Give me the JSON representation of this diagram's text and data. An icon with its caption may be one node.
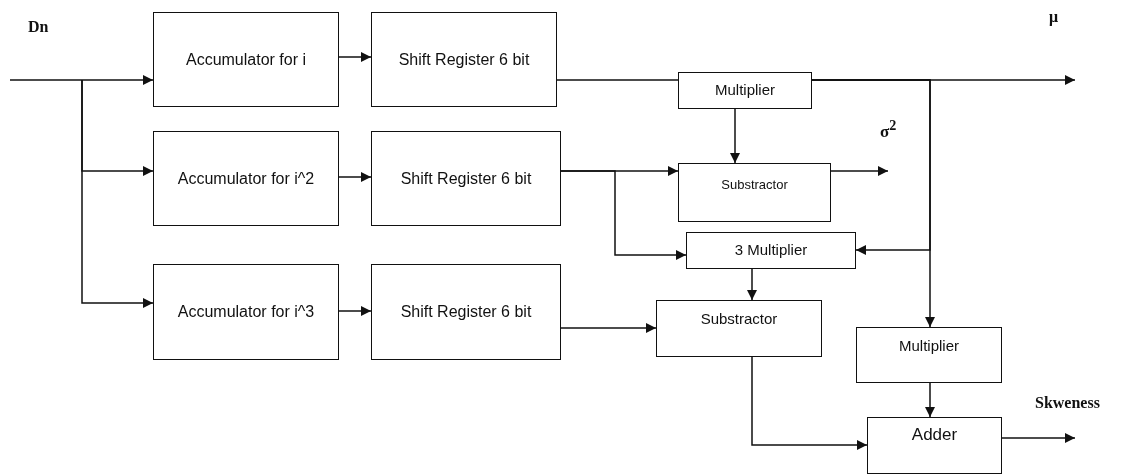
{
  "diagram": {
    "nodes": [
      {
        "text": [
          "Accumulator for i"
        ]
      },
      {
        "text": [
          "Shift Register 6 bit"
        ]
      },
      {
        "text": [
          "Accumulator for i^2"
        ]
      },
      {
        "text": [
          "Shift Register 6 bit"
        ]
      },
      {
        "text": [
          "Accumulator for i^3"
        ]
      },
      {
        "text": [
          "Shift Register 6 bit"
        ]
      },
      {
        "text": [
          "Multiplier"
        ]
      },
      {
        "text": [
          "Substractor"
        ]
      },
      {
        "text": [
          "3 Multiplier"
        ]
      },
      {
        "text": [
          "Substractor"
        ]
      },
      {
        "text": [
          "Multiplier"
        ]
      },
      {
        "text": [
          "Adder"
        ]
      }
    ],
    "edges": [
      {
        "from": null,
        "to": 0,
        "arrow": "to"
      },
      {
        "from": null,
        "to": 2,
        "arrow": "to"
      },
      {
        "from": null,
        "to": 4,
        "arrow": "to"
      },
      {
        "from": 0,
        "to": 1,
        "arrow": "to"
      },
      {
        "from": 2,
        "to": 3,
        "arrow": "to"
      },
      {
        "from": 4,
        "to": 5,
        "arrow": "to"
      },
      {
        "from": 1,
        "to": 6,
        "arrow": "none"
      },
      {
        "from": 6,
        "to": null,
        "arrow": "to"
      },
      {
        "from": 6,
        "to": 7,
        "arrow": "to"
      },
      {
        "from": 3,
        "to": 7,
        "arrow": "to"
      },
      {
        "from": 3,
        "to": 8,
        "arrow": "to"
      },
      {
        "from": 7,
        "to": null,
        "arrow": "to"
      },
      {
        "from": 6,
        "to": 8,
        "arrow": "to"
      },
      {
        "from": 6,
        "to": 10,
        "arrow": "to"
      },
      {
        "from": 8,
        "to": 9,
        "arrow": "to"
      },
      {
        "from": 5,
        "to": 9,
        "arrow": "to"
      },
      {
        "from": 9,
        "to": 11,
        "arrow": "to"
      },
      {
        "from": 10,
        "to": 11,
        "arrow": "to"
      },
      {
        "from": 11,
        "to": null,
        "arrow": "to"
      }
    ],
    "labels": [
      "Dn",
      "μ",
      "σ$^{2}$",
      "Skweness"
    ]
  }
}
